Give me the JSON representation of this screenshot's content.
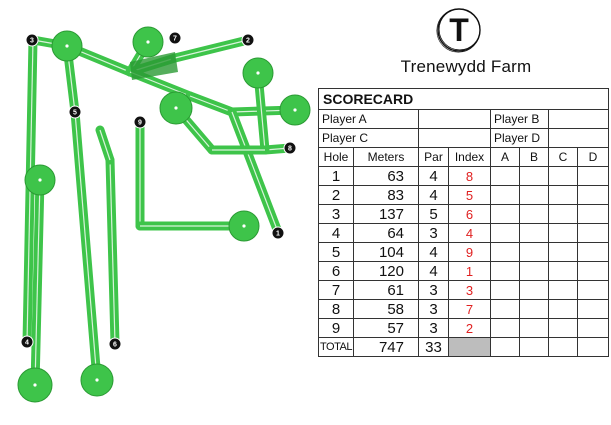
{
  "course": {
    "hole_numbers": [
      "1",
      "2",
      "3",
      "4",
      "5",
      "6",
      "7",
      "8",
      "9"
    ],
    "fairway_color": "#3ec44a",
    "fairway_dark": "#2a9a33",
    "green_color": "#3ec44a",
    "path_color": "#ffffff"
  },
  "logo": {
    "letter": "T"
  },
  "farm_name": "Trenewydd Farm",
  "scorecard": {
    "title": "SCORECARD",
    "players": [
      "Player A",
      "Player B",
      "Player C",
      "Player D"
    ],
    "headers": [
      "Hole",
      "Meters",
      "Par",
      "Index",
      "A",
      "B",
      "C",
      "D"
    ],
    "rows": [
      {
        "hole": "1",
        "meters": "63",
        "par": "4",
        "index": "8"
      },
      {
        "hole": "2",
        "meters": "83",
        "par": "4",
        "index": "5"
      },
      {
        "hole": "3",
        "meters": "137",
        "par": "5",
        "index": "6"
      },
      {
        "hole": "4",
        "meters": "64",
        "par": "3",
        "index": "4"
      },
      {
        "hole": "5",
        "meters": "104",
        "par": "4",
        "index": "9"
      },
      {
        "hole": "6",
        "meters": "120",
        "par": "4",
        "index": "1"
      },
      {
        "hole": "7",
        "meters": "61",
        "par": "3",
        "index": "3"
      },
      {
        "hole": "8",
        "meters": "58",
        "par": "3",
        "index": "7"
      },
      {
        "hole": "9",
        "meters": "57",
        "par": "3",
        "index": "2"
      }
    ],
    "total": {
      "label": "TOTAL",
      "meters": "747",
      "par": "33"
    },
    "index_color": "#e02020"
  }
}
